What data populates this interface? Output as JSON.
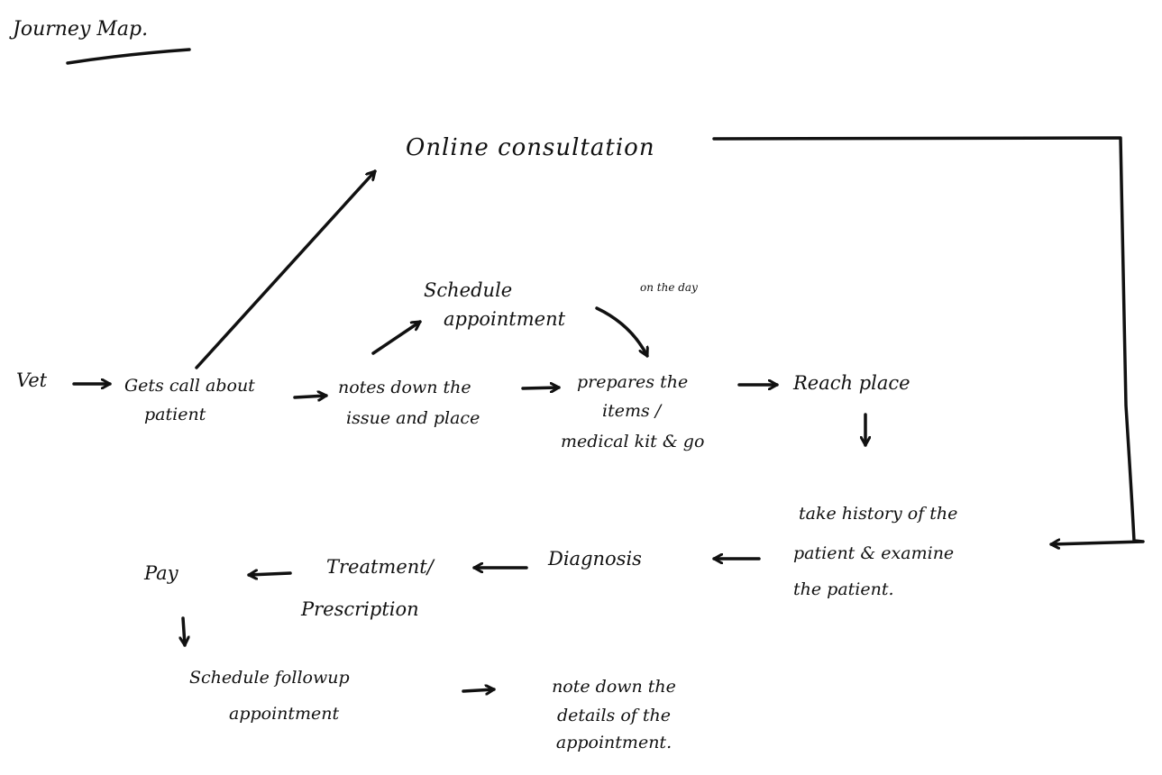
{
  "title": "Journey Map.",
  "nodes": {
    "vet": "Vet",
    "gets_call_1": "Gets call about",
    "gets_call_2": "patient",
    "notes_issue_1": "notes down the",
    "notes_issue_2": "issue and place",
    "online_consultation": "Online consultation",
    "schedule_1": "Schedule",
    "schedule_2": "appointment",
    "on_the_day": "on the day",
    "prepares_1": "prepares the",
    "prepares_2": "items /",
    "prepares_3": "medical kit & go",
    "reach_place": "Reach place",
    "history_1": "take history of the",
    "history_2": "patient & examine",
    "history_3": "the patient.",
    "diagnosis": "Diagnosis",
    "treatment_1": "Treatment/",
    "treatment_2": "Prescription",
    "pay": "Pay",
    "followup_1": "Schedule followup",
    "followup_2": "appointment",
    "note_details_1": "note down the",
    "note_details_2": "details of the",
    "note_details_3": "appointment."
  },
  "colors": {
    "ink": "#111111",
    "paper": "#ffffff"
  }
}
